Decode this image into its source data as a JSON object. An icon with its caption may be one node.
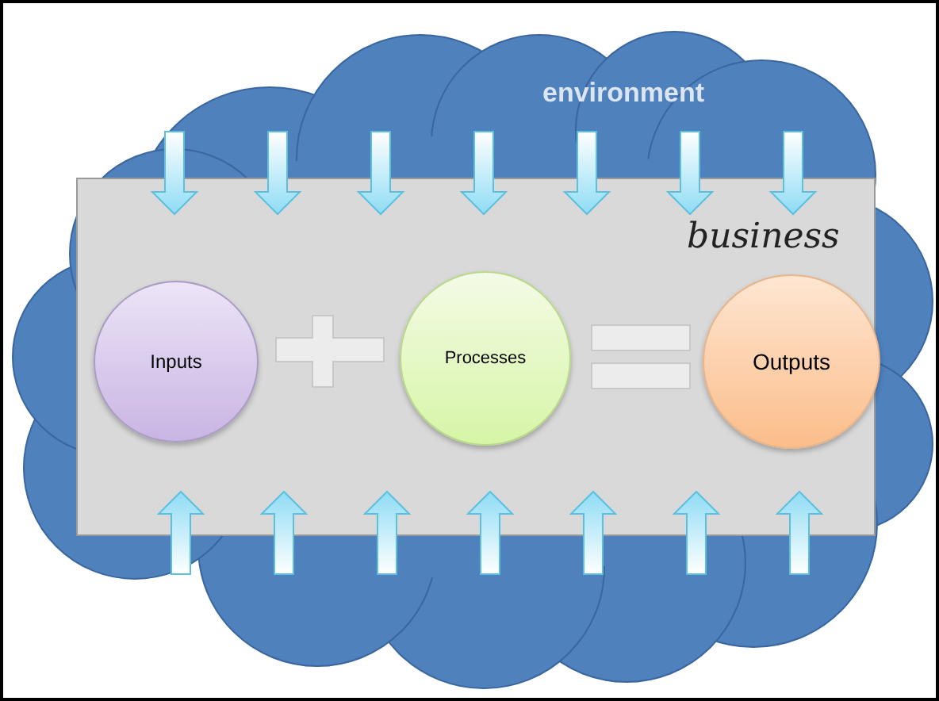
{
  "diagram": {
    "nodes": [
      {
        "text": [
          "environment"
        ]
      },
      {
        "text": [
          "business"
        ],
        "in": 0
      },
      {
        "text": [
          "Inputs"
        ],
        "in": 1
      },
      {
        "text": [
          "Processes"
        ],
        "in": 1
      },
      {
        "text": [
          "Outputs"
        ],
        "in": 1
      }
    ]
  }
}
